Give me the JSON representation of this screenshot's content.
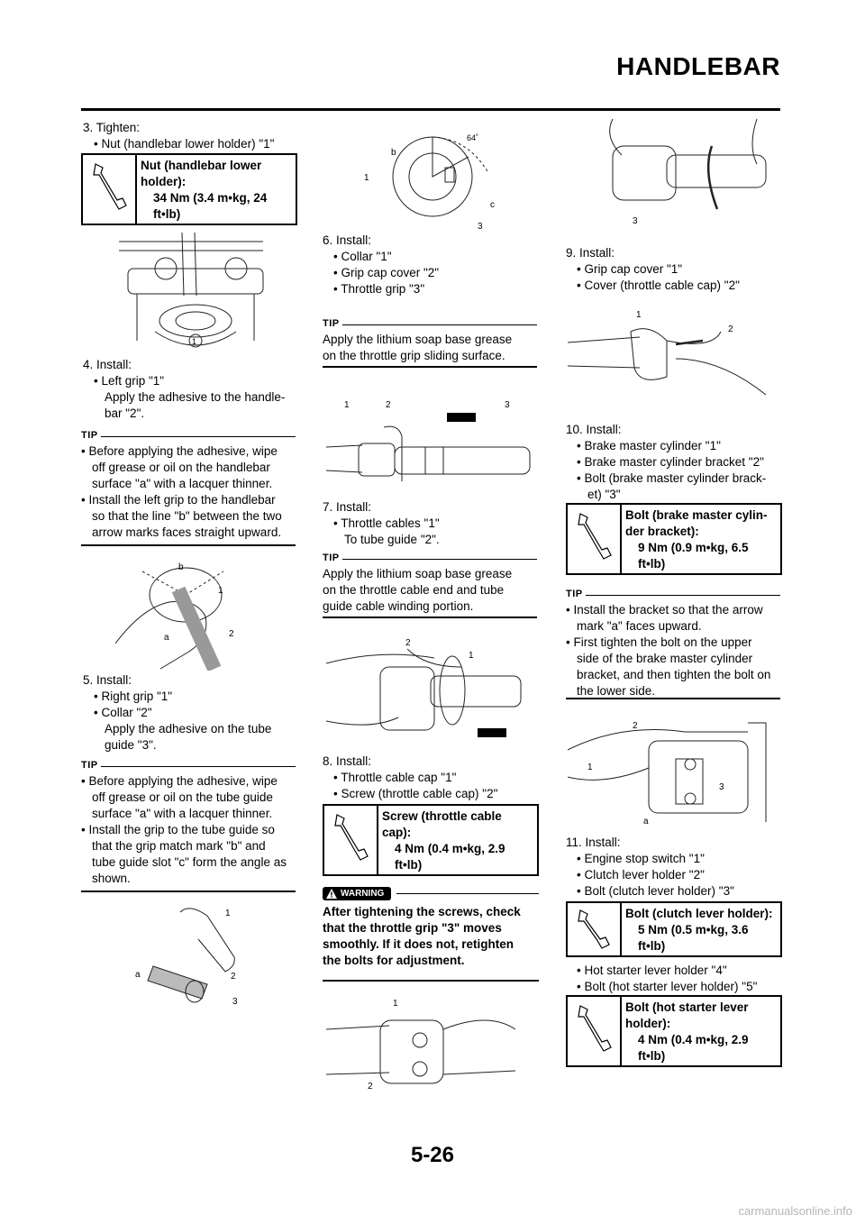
{
  "header": {
    "title": "HANDLEBAR"
  },
  "footer": {
    "page": "5-26",
    "watermark": "carmanualsonline.info"
  },
  "col1": {
    "s3": {
      "head": "3.  Tighten:",
      "b1": "• Nut (handlebar lower holder) \"1\""
    },
    "t1": {
      "l1": "Nut (handlebar lower",
      "l2": "holder):",
      "l3": "34 Nm (3.4 m•kg, 24",
      "l4": "ft•lb)"
    },
    "s4": {
      "head": "4.  Install:",
      "b1": "• Left grip \"1\"",
      "i1": "Apply the adhesive to the handle-",
      "i2": "bar \"2\"."
    },
    "tip1": {
      "label": "TIP",
      "l1": "• Before applying the adhesive, wipe",
      "l2": "off grease or oil on the handlebar",
      "l3": "surface \"a\" with a lacquer thinner.",
      "l4": "• Install the left grip to the handlebar",
      "l5": "so that the line \"b\" between the two",
      "l6": "arrow marks faces straight upward."
    },
    "s5": {
      "head": "5.  Install:",
      "b1": "• Right grip \"1\"",
      "b2": "• Collar \"2\"",
      "i1": "Apply the adhesive on the tube",
      "i2": "guide \"3\"."
    },
    "tip2": {
      "label": "TIP",
      "l1": "• Before applying the adhesive, wipe",
      "l2": "off grease or oil on the tube guide",
      "l3": "surface \"a\" with a lacquer thinner.",
      "l4": "• Install the grip to the tube guide so",
      "l5": "that the grip match mark \"b\" and",
      "l6": "tube guide slot \"c\" form the angle as",
      "l7": "shown."
    }
  },
  "col2": {
    "fig_angle": "64˚",
    "s6": {
      "head": "6.  Install:",
      "b1": "• Collar \"1\"",
      "b2": "• Grip cap cover \"2\"",
      "b3": "• Throttle grip \"3\""
    },
    "tip3": {
      "label": "TIP",
      "l1": "Apply the lithium soap base grease",
      "l2": "on the throttle grip sliding surface."
    },
    "s7": {
      "head": "7.  Install:",
      "b1": "• Throttle cables \"1\"",
      "i1": "To tube guide \"2\"."
    },
    "tip4": {
      "label": "TIP",
      "l1": "Apply the lithium soap base grease",
      "l2": "on the throttle cable end and tube",
      "l3": "guide cable winding portion."
    },
    "s8": {
      "head": "8.  Install:",
      "b1": "• Throttle cable cap \"1\"",
      "b2": "• Screw (throttle cable cap) \"2\""
    },
    "t2": {
      "l1": "Screw (throttle cable",
      "l2": "cap):",
      "l3": "4 Nm (0.4 m•kg, 2.9",
      "l4": "ft•lb)"
    },
    "warning": {
      "label": "WARNING",
      "l1": "After tightening the screws, check",
      "l2": "that the throttle grip \"3\" moves",
      "l3": "smoothly. If it does not, retighten",
      "l4": "the bolts for adjustment."
    }
  },
  "col3": {
    "s9": {
      "head": "9.  Install:",
      "b1": "• Grip cap cover \"1\"",
      "b2": "• Cover (throttle cable cap) \"2\""
    },
    "s10": {
      "head": "10. Install:",
      "b1": "• Brake master cylinder \"1\"",
      "b2": "• Brake master cylinder bracket \"2\"",
      "b3": "• Bolt (brake master cylinder brack-",
      "b3b": "et) \"3\""
    },
    "t3": {
      "l1": "Bolt (brake master cylin-",
      "l2": "der bracket):",
      "l3": "9 Nm (0.9 m•kg, 6.5",
      "l4": "ft•lb)"
    },
    "tip5": {
      "label": "TIP",
      "l1": "• Install the bracket so that the arrow",
      "l2": "mark \"a\" faces upward.",
      "l3": "• First tighten the bolt on the upper",
      "l4": "side of the brake master cylinder",
      "l5": "bracket, and then tighten the bolt on",
      "l6": "the lower side."
    },
    "s11": {
      "head": "11. Install:",
      "b1": "• Engine stop switch \"1\"",
      "b2": "• Clutch lever holder \"2\"",
      "b3": "• Bolt (clutch lever holder) \"3\""
    },
    "t4": {
      "l1": "Bolt (clutch lever holder):",
      "l3": "5 Nm (0.5 m•kg, 3.6",
      "l4": "ft•lb)"
    },
    "s11b": {
      "b1": "• Hot starter lever holder \"4\"",
      "b2": "• Bolt (hot starter lever holder) \"5\""
    },
    "t5": {
      "l1": "Bolt (hot starter lever",
      "l2": "holder):",
      "l3": "4 Nm (0.4 m•kg, 2.9",
      "l4": "ft•lb)"
    }
  },
  "callouts": {
    "n1": "1",
    "n2": "2",
    "n3": "3",
    "a": "a",
    "b": "b",
    "c": "c"
  }
}
